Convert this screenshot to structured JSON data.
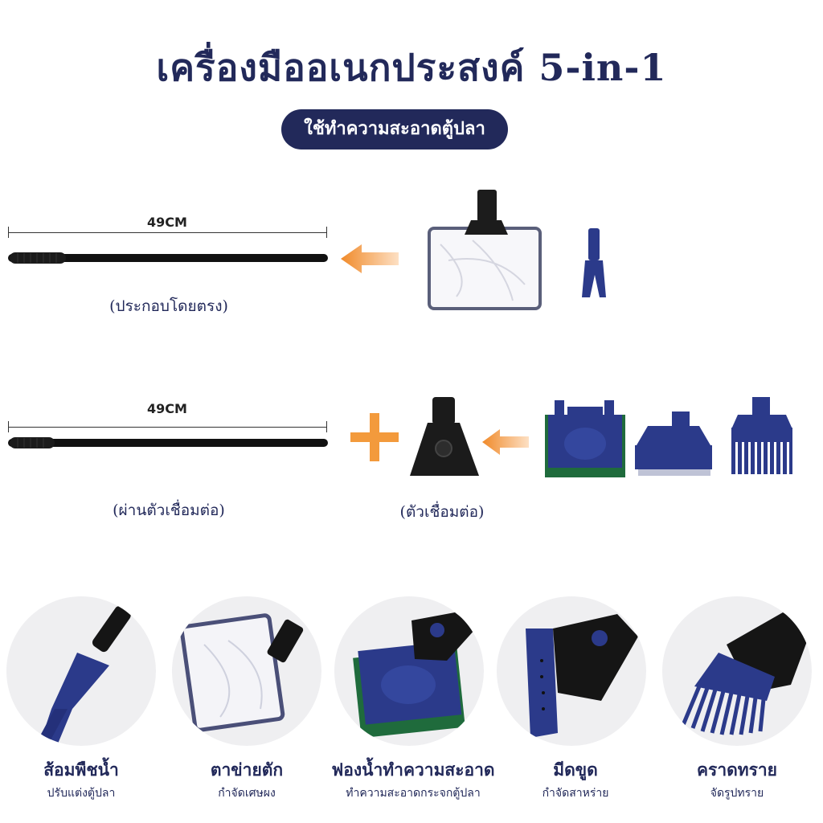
{
  "title": "เครื่องมืออเนกประสงค์ 5-in-1",
  "subtitle": "ใช้ทำความสะอาดตู้ปลา",
  "row1": {
    "length": "49CM",
    "caption": "(ประกอบโดยตรง)"
  },
  "row2": {
    "length": "49CM",
    "caption_left": "(ผ่านตัวเชื่อมต่อ)",
    "caption_mid": "(ตัวเชื่อมต่อ)"
  },
  "colors": {
    "navy": "#22295a",
    "tool_blue": "#2b3a8a",
    "orange": "#f39a3c",
    "sponge": "#1f6b3c"
  },
  "tools": [
    {
      "name": "ส้อมพืชน้ำ",
      "desc": "ปรับแต่งตู้ปลา"
    },
    {
      "name": "ตาข่ายตัก",
      "desc": "กำจัดเศษผง"
    },
    {
      "name": "ฟองน้ำทำความสะอาด",
      "desc": "ทำความสะอาดกระจกตู้ปลา"
    },
    {
      "name": "มีดขูด",
      "desc": "กำจัดสาหร่าย"
    },
    {
      "name": "คราดทราย",
      "desc": "จัดรูปทราย"
    }
  ]
}
